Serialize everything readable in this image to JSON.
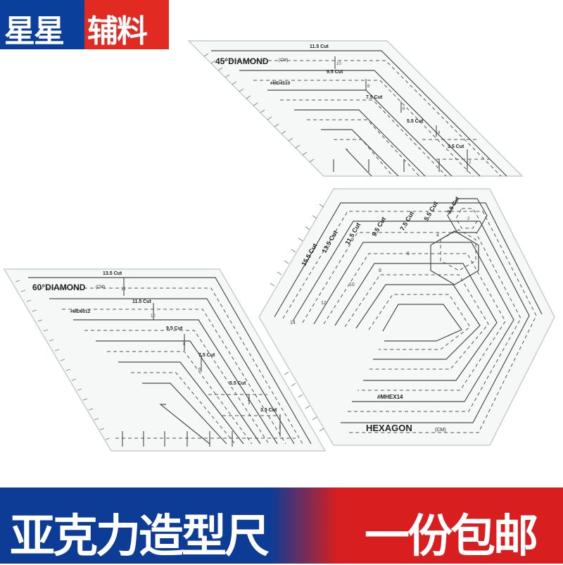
{
  "brand": {
    "part1": "星星",
    "part2": "辅料",
    "color_blue": "#0b3f9c",
    "color_red": "#e02a22"
  },
  "rulers": {
    "diamond45": {
      "title": "45°DIAMOND",
      "unit": "(CM)",
      "code": "#MD4510",
      "cuts": [
        "11.5 Cut",
        "9.5 Cut",
        "7.5 Cut",
        "5.5 Cut",
        "3.5 Cut"
      ],
      "sizes": [
        "10",
        "8",
        "6",
        "4",
        "2"
      ]
    },
    "diamond60": {
      "title": "60°DIAMOND",
      "unit": "(CM)",
      "code": "#MD6012",
      "cuts": [
        "13.5 Cut",
        "11.5 Cut",
        "9.5 Cut",
        "7.5 Cut",
        "5.5 Cut",
        "3.5 Cut"
      ],
      "sizes": [
        "12",
        "10",
        "8",
        "6",
        "4",
        "2"
      ]
    },
    "hexagon": {
      "title": "HEXAGON",
      "unit": "(CM)",
      "code": "#MHEX14",
      "cuts": [
        "15.5 Cut",
        "13.5 Cut",
        "11.5 Cut",
        "9.5 Cut",
        "7.5 Cut",
        "5.5 Cut",
        "3.5 Cut"
      ],
      "sizes": [
        "14",
        "12",
        "10",
        "8",
        "6",
        "4",
        "2"
      ]
    }
  },
  "banner": {
    "left_text": "亚克力造型尺",
    "right_text": "一份包邮",
    "color_blue": "#0c3c96",
    "color_red": "#d81e1e"
  }
}
